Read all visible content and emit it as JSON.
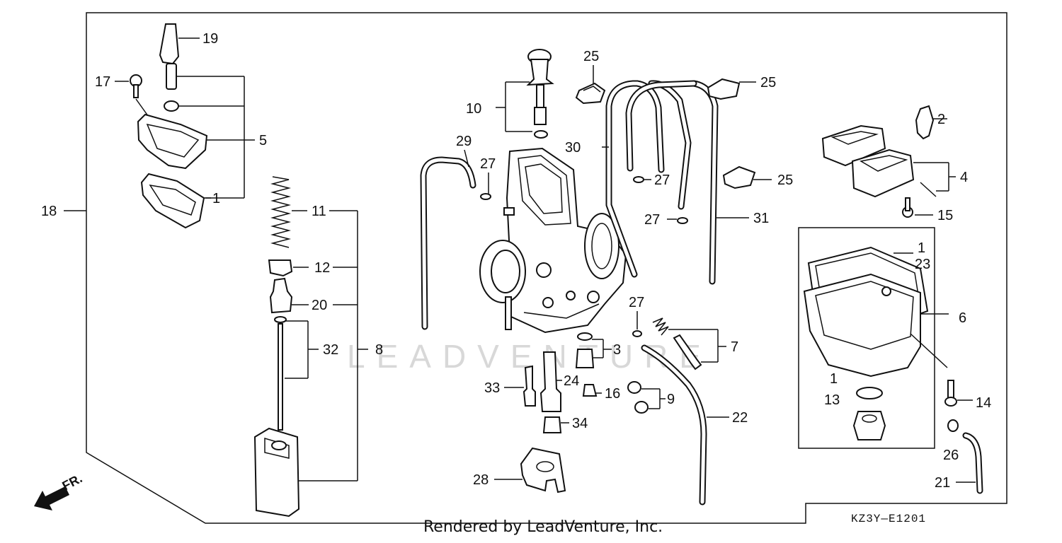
{
  "diagram": {
    "code": "KZ3Y—E1201",
    "footer": "Rendered by LeadVenture, Inc.",
    "watermark": "LEADVENTURE",
    "direction_label": "FR."
  },
  "callouts": {
    "c1a": "1",
    "c1b": "1",
    "c1c": "1",
    "c2": "2",
    "c3": "3",
    "c4": "4",
    "c5": "5",
    "c6": "6",
    "c7": "7",
    "c8": "8",
    "c9": "9",
    "c10": "10",
    "c11": "11",
    "c12": "12",
    "c13": "13",
    "c14": "14",
    "c15": "15",
    "c16": "16",
    "c17": "17",
    "c18": "18",
    "c19": "19",
    "c20": "20",
    "c21": "21",
    "c22": "22",
    "c23": "23",
    "c24": "24",
    "c25a": "25",
    "c25b": "25",
    "c25c": "25",
    "c26": "26",
    "c27a": "27",
    "c27b": "27",
    "c27c": "27",
    "c27d": "27",
    "c28": "28",
    "c29": "29",
    "c30": "30",
    "c31": "31",
    "c32": "32",
    "c33": "33",
    "c34": "34"
  }
}
